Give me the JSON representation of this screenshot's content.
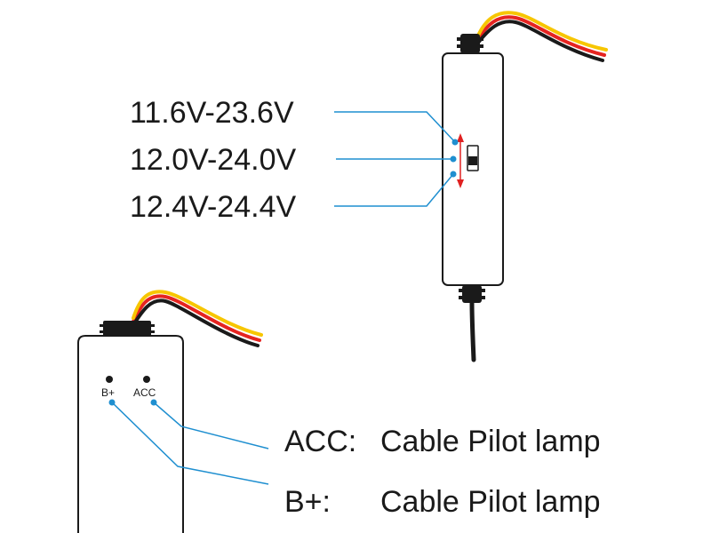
{
  "voltage_switch": {
    "options": [
      "11.6V-23.6V",
      "12.0V-24.0V",
      "12.4V-24.4V"
    ]
  },
  "bottom_module": {
    "indicators": [
      {
        "label": "B+"
      },
      {
        "label": "ACC"
      }
    ]
  },
  "legend": [
    {
      "key": "ACC:",
      "text": "Cable Pilot lamp"
    },
    {
      "key": "B+:",
      "text": "Cable Pilot lamp"
    }
  ],
  "colors": {
    "leader": "#1f8fd0",
    "arrow": "#e02020",
    "wire_red": "#e52421",
    "wire_yellow": "#f7c600",
    "wire_black": "#1a1a1a",
    "outline": "#1a1a1a"
  }
}
